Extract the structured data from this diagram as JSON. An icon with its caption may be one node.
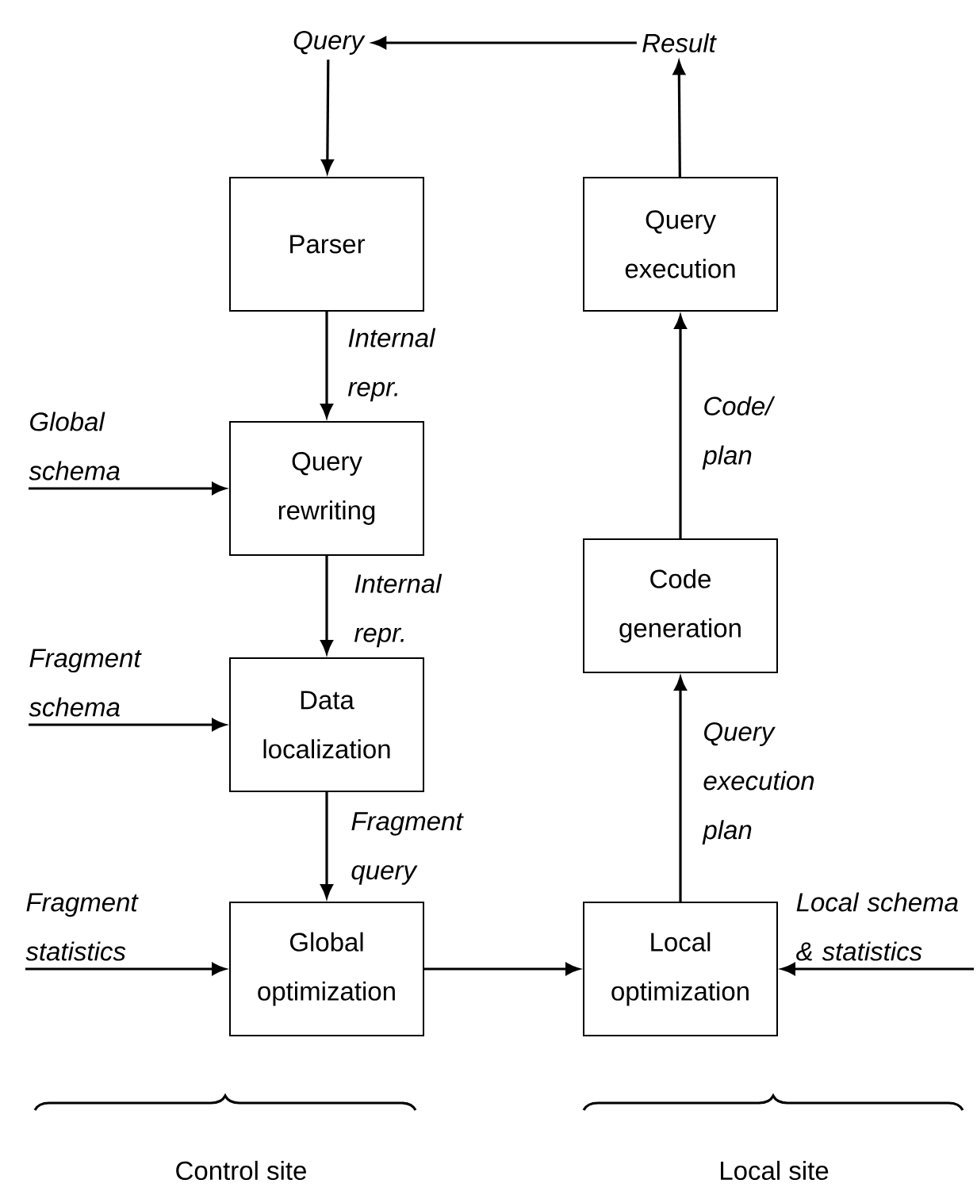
{
  "diagram": {
    "nodes": [
      {
        "text": [
          "Query"
        ]
      },
      {
        "text": [
          "Result"
        ]
      },
      {
        "text": [
          "Parser"
        ]
      },
      {
        "text": [
          "Query rewriting"
        ]
      },
      {
        "text": [
          "Data localization"
        ]
      },
      {
        "text": [
          "Global optimization"
        ]
      },
      {
        "text": [
          "Query execution"
        ]
      },
      {
        "text": [
          "Code generation"
        ]
      },
      {
        "text": [
          "Local optimization"
        ]
      },
      {
        "text": [
          "Global schema"
        ]
      },
      {
        "text": [
          "Fragment schema"
        ]
      },
      {
        "text": [
          "Fragment statistics"
        ]
      },
      {
        "text": [
          "Local schema & statistics"
        ]
      }
    ],
    "edges": [
      {
        "from": 1,
        "to": 0,
        "arrow": "to"
      },
      {
        "from": 0,
        "to": 2,
        "arrow": "to"
      },
      {
        "from": 2,
        "to": 3,
        "arrow": "to",
        "label": "Internal repr."
      },
      {
        "from": 3,
        "to": 4,
        "arrow": "to",
        "label": "Internal repr."
      },
      {
        "from": 4,
        "to": 5,
        "arrow": "to",
        "label": "Fragment query"
      },
      {
        "from": 5,
        "to": 8,
        "arrow": "to"
      },
      {
        "from": 8,
        "to": 7,
        "arrow": "to",
        "label": "Query execution plan"
      },
      {
        "from": 7,
        "to": 6,
        "arrow": "to",
        "label": "Code/ plan"
      },
      {
        "from": 6,
        "to": 1,
        "arrow": "to"
      },
      {
        "from": 9,
        "to": 3,
        "arrow": "to"
      },
      {
        "from": 10,
        "to": 4,
        "arrow": "to"
      },
      {
        "from": 11,
        "to": 5,
        "arrow": "to"
      },
      {
        "from": 12,
        "to": 8,
        "arrow": "to"
      }
    ],
    "labels": [
      "Control site",
      "Local site"
    ]
  }
}
